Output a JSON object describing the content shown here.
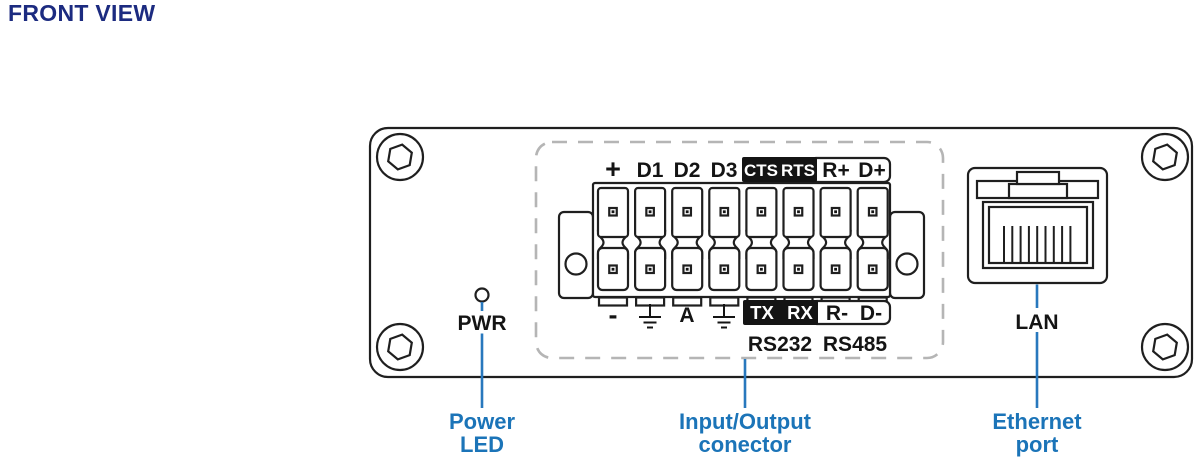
{
  "title": "FRONT VIEW",
  "colors": {
    "outline": "#1f1f1f",
    "label_blue": "#1b74b8",
    "callout_line_blue": "#2878bd",
    "title_navy": "#1c2b80",
    "dashed_gray": "#b5b5b5",
    "chip_black": "#141414"
  },
  "panel": {
    "pwr_label": "PWR",
    "lan_label": "LAN",
    "connector": {
      "top_row": [
        "+",
        "D1",
        "D2",
        "D3",
        "CTS",
        "RTS",
        "R+",
        "D+"
      ],
      "bottom_row": [
        "-",
        "ground-icon",
        "A",
        "ground-icon",
        "TX",
        "RX",
        "R-",
        "D-"
      ],
      "rs232_label": "RS232",
      "rs485_label": "RS485"
    }
  },
  "callouts": [
    {
      "line1": "Power",
      "line2": "LED"
    },
    {
      "line1": "Input/Output",
      "line2": "conector"
    },
    {
      "line1": "Ethernet",
      "line2": "port"
    }
  ]
}
